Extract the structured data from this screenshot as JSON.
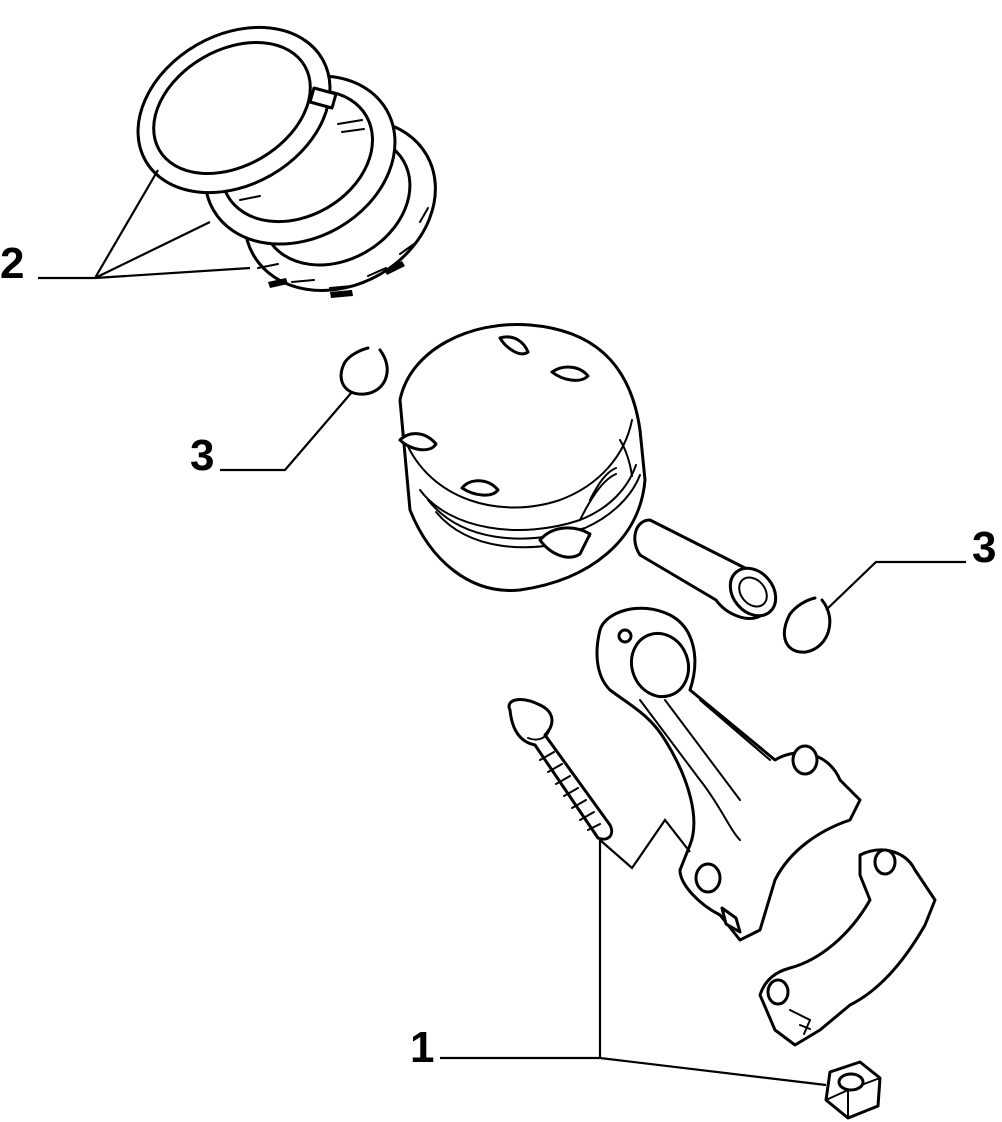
{
  "callouts": {
    "connecting_rod_set": "1",
    "piston_rings": "2",
    "circlip_left": "3",
    "circlip_right": "3"
  },
  "colors": {
    "line": "#000000",
    "background": "#ffffff"
  }
}
